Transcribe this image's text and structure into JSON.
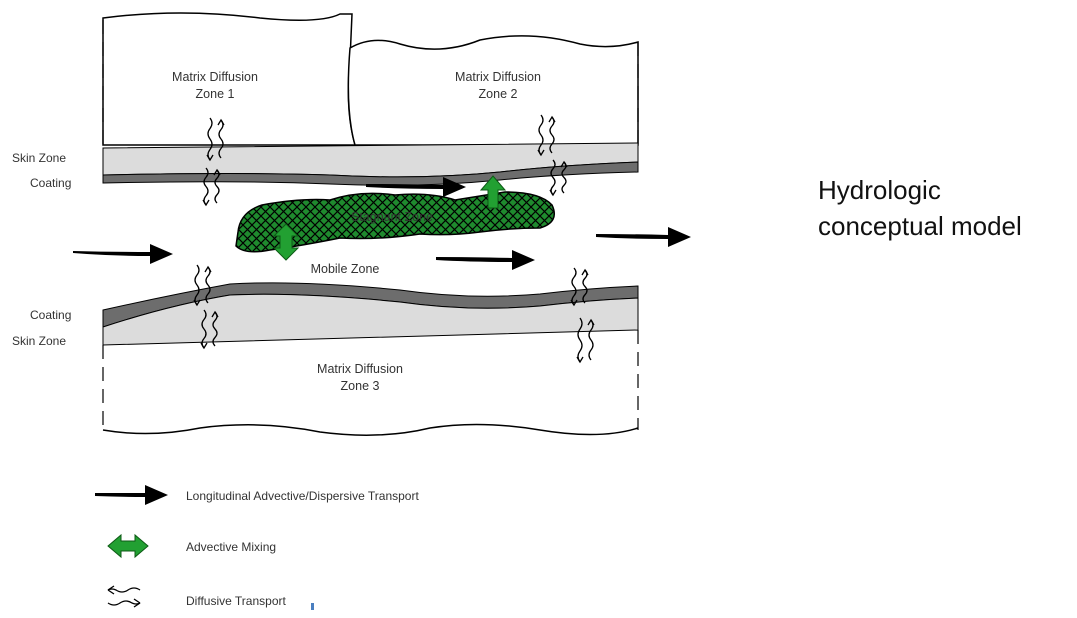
{
  "title": {
    "line1": "Hydrologic",
    "line2": "conceptual model"
  },
  "zones": {
    "matrix1": {
      "line1": "Matrix Diffusion",
      "line2": "Zone 1"
    },
    "matrix2": {
      "line1": "Matrix Diffusion",
      "line2": "Zone 2"
    },
    "matrix3": {
      "line1": "Matrix Diffusion",
      "line2": "Zone 3"
    },
    "stagnant": "Stagnant Zone",
    "mobile": "Mobile Zone"
  },
  "side_labels": {
    "skin_top": "Skin Zone",
    "coating_top": "Coating",
    "coating_bottom": "Coating",
    "skin_bottom": "Skin Zone"
  },
  "legend": {
    "longitudinal": "Longitudinal Advective/Dispersive Transport",
    "mixing": "Advective Mixing",
    "diffusive": "Diffusive Transport"
  },
  "colors": {
    "coating": "#6d6d6d",
    "skin": "#dcdcdc",
    "stagnant_fill": "#1f8a2e",
    "mixing_arrow": "#22a032",
    "arrow": "#000000",
    "accent_mark": "#4a7fc0"
  }
}
